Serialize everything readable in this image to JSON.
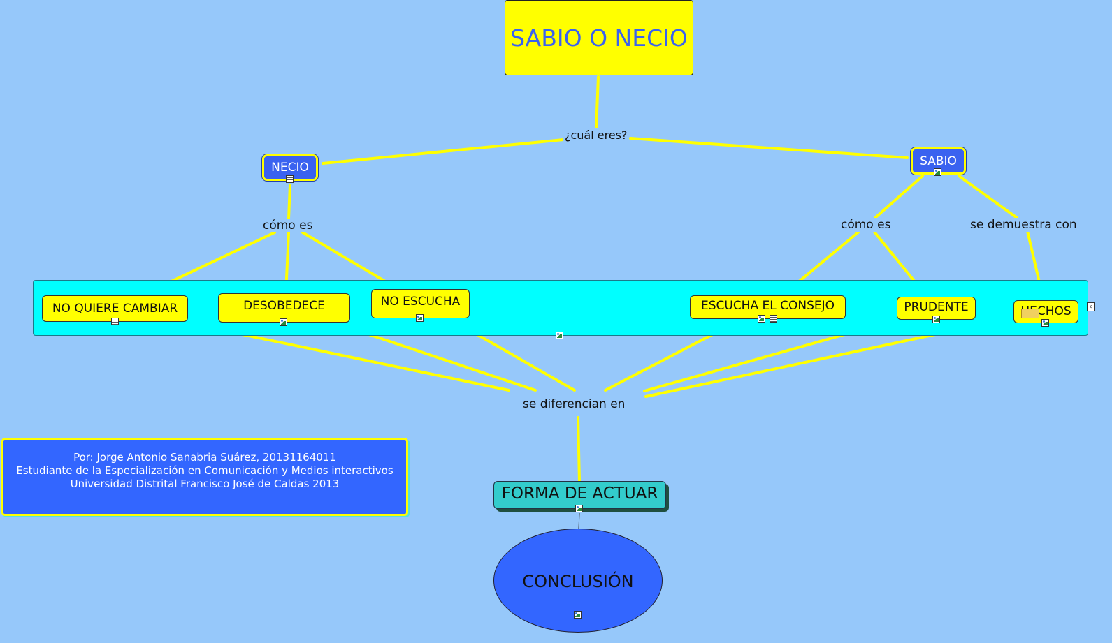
{
  "title": "SABIO O NECIO",
  "links": {
    "cual_eres": "¿cuál eres?",
    "como_es_necio": "cómo es",
    "como_es_sabio": "cómo es",
    "se_demuestra_con": "se demuestra con",
    "se_diferencian_en": "se diferencian en"
  },
  "nodes": {
    "necio": "NECIO",
    "sabio": "SABIO",
    "no_quiere_cambiar": "NO QUIERE CAMBIAR",
    "desobedece": "DESOBEDECE",
    "no_escucha": "NO ESCUCHA",
    "escucha_el_consejo": "ESCUCHA EL CONSEJO",
    "prudente": "PRUDENTE",
    "hechos": "HECHOS",
    "forma_de_actuar": "FORMA DE ACTUAR",
    "conclusion": "CONCLUSIÓN"
  },
  "credits": {
    "line1": "Por: Jorge Antonio Sanabria  Suárez, 20131164011",
    "line2": "Estudiante de la Especialización en Comunicación y Medios interactivos",
    "line3": "Universidad Distrital Francisco José de Caldas 2013"
  },
  "colors": {
    "background": "#96c8fa",
    "connector": "#ffff00",
    "concept_yellow": "#ffff00",
    "concept_blue": "#3a62f0",
    "group_cyan": "#00ffff",
    "forma_de_actuar": "#33cccc",
    "conclusion": "#3366ff"
  },
  "icons": [
    "image-resource-icon",
    "document-resource-icon",
    "collapse-arrow-icon"
  ]
}
